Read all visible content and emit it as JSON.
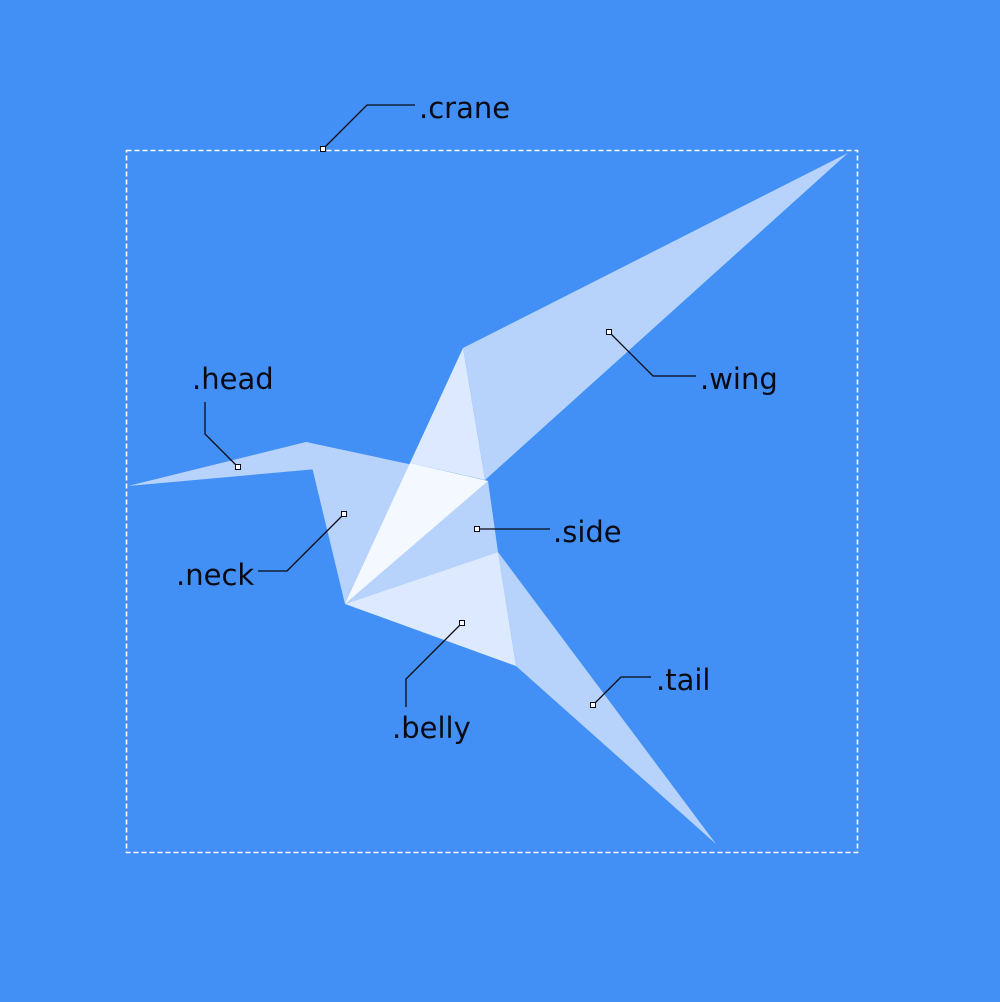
{
  "colors": {
    "background": "#4290f6",
    "frame": "#ffffff",
    "label_text": "#0a0a14",
    "piece_light": "#b7d3fc",
    "piece_pale": "#dde9fe",
    "piece_brightest": "#f4f8ff"
  },
  "labels": {
    "crane": ".crane",
    "wing": ".wing",
    "head": ".head",
    "side": ".side",
    "neck": ".neck",
    "tail": ".tail",
    "belly": ".belly"
  }
}
